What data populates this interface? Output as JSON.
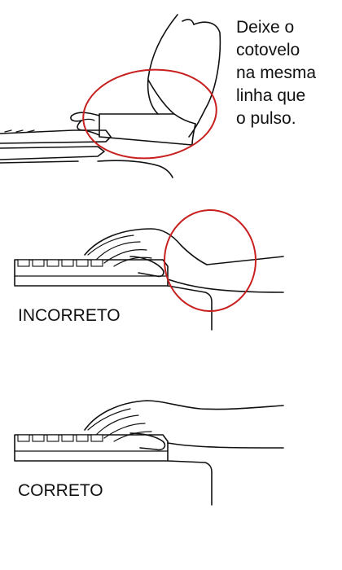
{
  "instruction": {
    "text": "Deixe o\ncotovelo\nna mesma\nlinha que\no pulso."
  },
  "labels": {
    "incorrect": "INCORRETO",
    "correct": "CORRETO"
  },
  "colors": {
    "line": "#111111",
    "highlight_circle": "#c8201f",
    "background": "#ffffff"
  }
}
